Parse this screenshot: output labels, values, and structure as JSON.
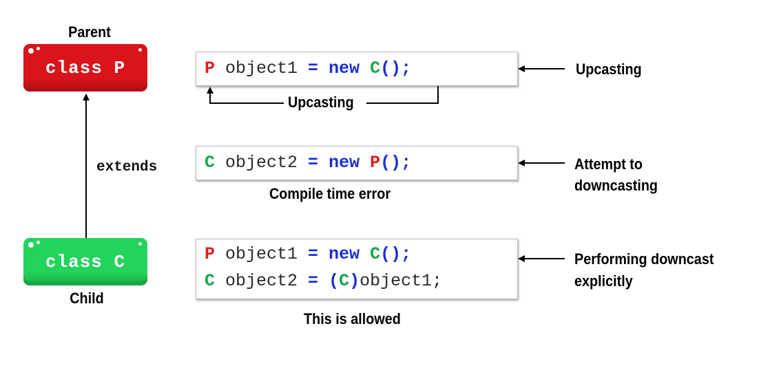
{
  "parent_label": "Parent",
  "child_label": "Child",
  "parent_class": "class P",
  "child_class": "class C",
  "extends_label": "extends",
  "code1": {
    "tokens": [
      {
        "t": "P",
        "c": "red"
      },
      {
        "t": " object1 ",
        "c": "plain"
      },
      {
        "t": "=",
        "c": "blue"
      },
      {
        "t": " ",
        "c": "plain"
      },
      {
        "t": "new",
        "c": "blue"
      },
      {
        "t": " ",
        "c": "plain"
      },
      {
        "t": "C",
        "c": "green"
      },
      {
        "t": "()",
        "c": "blue"
      },
      {
        "t": ";",
        "c": "blue"
      }
    ],
    "side_label": "Upcasting",
    "under_label": "Upcasting"
  },
  "code2": {
    "tokens": [
      {
        "t": "C",
        "c": "green"
      },
      {
        "t": " object2 ",
        "c": "plain"
      },
      {
        "t": "=",
        "c": "blue"
      },
      {
        "t": " ",
        "c": "plain"
      },
      {
        "t": "new",
        "c": "blue"
      },
      {
        "t": " ",
        "c": "plain"
      },
      {
        "t": "P",
        "c": "red"
      },
      {
        "t": "()",
        "c": "blue"
      },
      {
        "t": ";",
        "c": "blue"
      }
    ],
    "side_label_line1": "Attempt to",
    "side_label_line2": "downcasting",
    "under_label": "Compile time error"
  },
  "code3": {
    "line1_tokens": [
      {
        "t": "P",
        "c": "red"
      },
      {
        "t": " object1 ",
        "c": "plain"
      },
      {
        "t": "=",
        "c": "blue"
      },
      {
        "t": " ",
        "c": "plain"
      },
      {
        "t": "new",
        "c": "blue"
      },
      {
        "t": " ",
        "c": "plain"
      },
      {
        "t": "C",
        "c": "green"
      },
      {
        "t": "()",
        "c": "blue"
      },
      {
        "t": ";",
        "c": "blue"
      }
    ],
    "line2_tokens": [
      {
        "t": "C",
        "c": "green"
      },
      {
        "t": " object2 ",
        "c": "plain"
      },
      {
        "t": "=",
        "c": "blue"
      },
      {
        "t": " ",
        "c": "plain"
      },
      {
        "t": "(",
        "c": "blue"
      },
      {
        "t": "C",
        "c": "green"
      },
      {
        "t": ")",
        "c": "blue"
      },
      {
        "t": "object1;",
        "c": "plain"
      }
    ],
    "side_label_line1": "Performing downcast",
    "side_label_line2": "explicitly",
    "under_label": "This is allowed"
  }
}
